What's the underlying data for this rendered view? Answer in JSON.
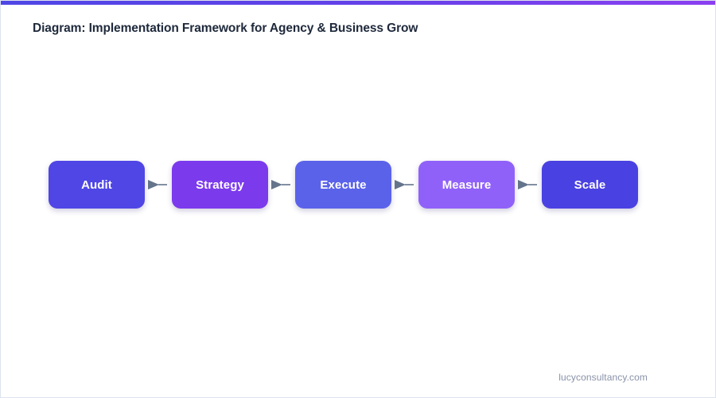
{
  "slide": {
    "title": "Diagram: Implementation Framework for Agency & Business Grow",
    "footer_url": "lucyconsultancy.com",
    "background_color": "#ffffff",
    "border_color": "#dde3ef",
    "title_color": "#1e293b",
    "footer_color": "#8892a8"
  },
  "accent_bar": {
    "gradient_start": "#4f46e5",
    "gradient_mid": "#6341e8",
    "gradient_end": "#8b3ff0"
  },
  "connector": {
    "icon": "arrow-right-icon",
    "color": "#64748b"
  },
  "flow": {
    "nodes": [
      {
        "label": "Audit",
        "color": "#4f46e5"
      },
      {
        "label": "Strategy",
        "color": "#7c3aed"
      },
      {
        "label": "Execute",
        "color": "#5b62ea"
      },
      {
        "label": "Measure",
        "color": "#9061f9"
      },
      {
        "label": "Scale",
        "color": "#4a41e2"
      }
    ]
  }
}
